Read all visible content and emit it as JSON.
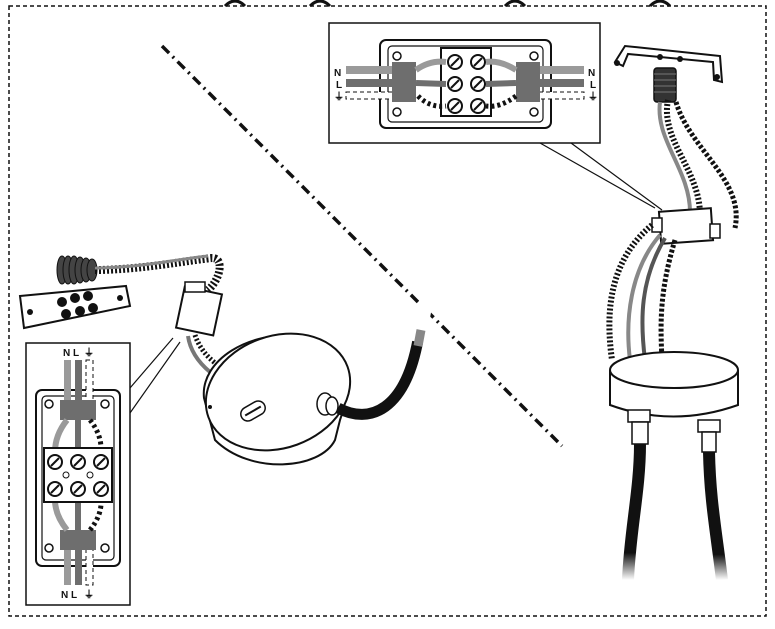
{
  "labels": {
    "top_left": "N",
    "top_left_l": "L",
    "top_right_n": "N",
    "top_right_l": "L",
    "left_top": "N L",
    "left_bottom": "N L",
    "earth": "⏚"
  },
  "colors": {
    "line": "#111111",
    "dark_wire": "#555555",
    "grey_block": "#6e6e6e",
    "light_grey": "#9a9a9a",
    "background": "#ffffff"
  }
}
